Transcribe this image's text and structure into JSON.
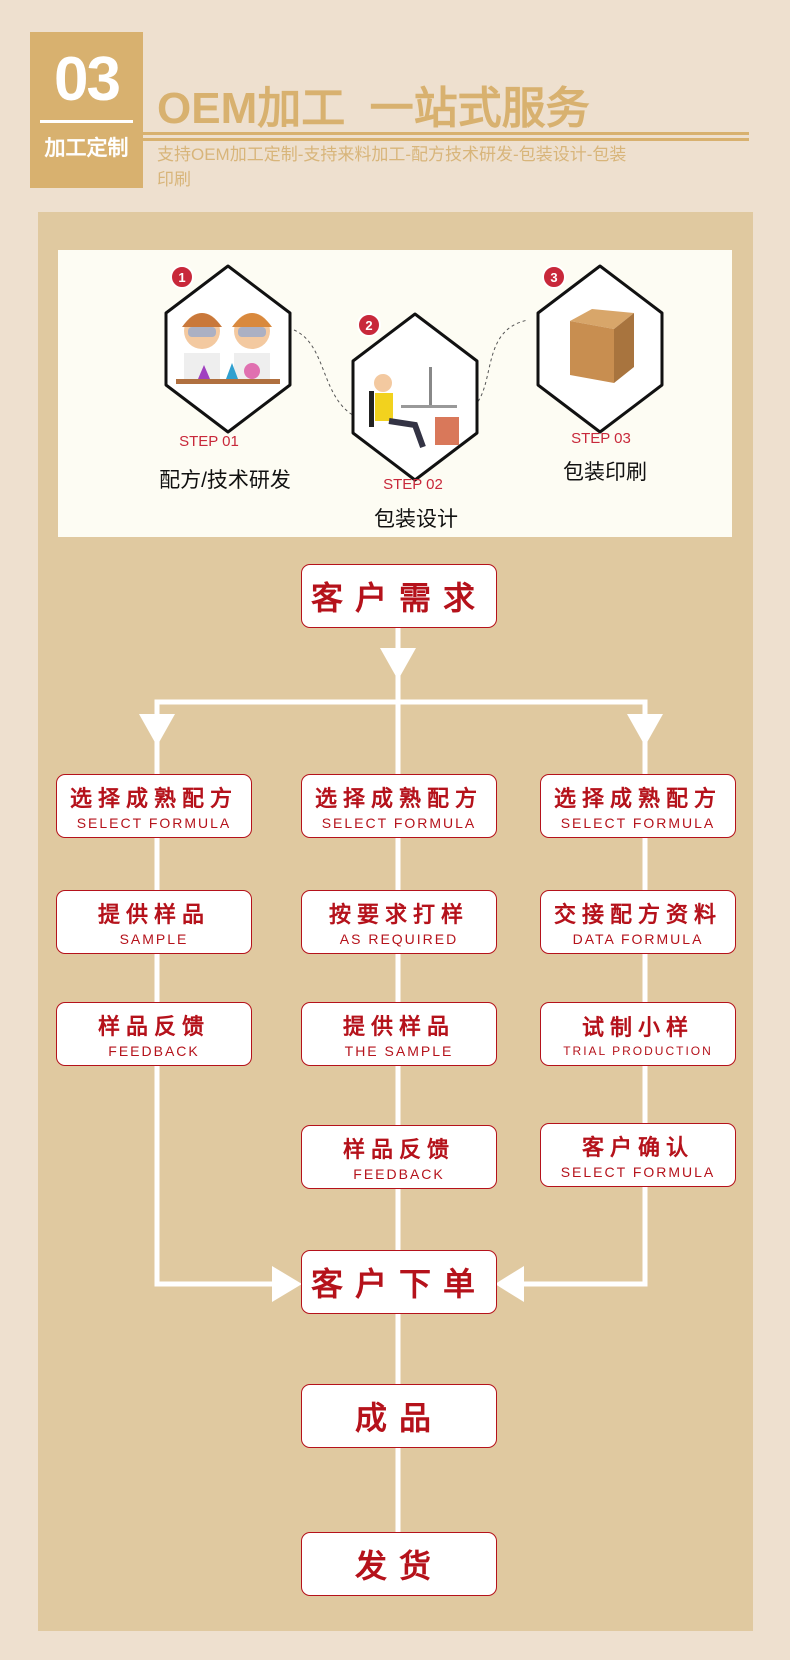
{
  "header": {
    "number": "03",
    "badge_label": "加工定制",
    "title": "OEM加工  一站式服务",
    "subtitle": "支持OEM加工定制-支持来料加工-配方技术研发-包装设计-包装印刷"
  },
  "steps": [
    {
      "badge": "1",
      "step": "STEP 01",
      "name": "配方/技术研发",
      "icon": "scientists-illustration"
    },
    {
      "badge": "2",
      "step": "STEP 02",
      "name": "包装设计",
      "icon": "designer-at-desk-illustration"
    },
    {
      "badge": "3",
      "step": "STEP 03",
      "name": "包装印刷",
      "icon": "cardboard-box-illustration"
    }
  ],
  "flow": {
    "start": "客户需求",
    "left": [
      {
        "cn": "选择成熟配方",
        "en": "SELECT FORMULA"
      },
      {
        "cn": "提供样品",
        "en": "SAMPLE"
      },
      {
        "cn": "样品反馈",
        "en": "FEEDBACK"
      }
    ],
    "center": [
      {
        "cn": "选择成熟配方",
        "en": "SELECT FORMULA"
      },
      {
        "cn": "按要求打样",
        "en": "AS REQUIRED"
      },
      {
        "cn": "提供样品",
        "en": "THE SAMPLE"
      },
      {
        "cn": "样品反馈",
        "en": "FEEDBACK"
      }
    ],
    "right": [
      {
        "cn": "选择成熟配方",
        "en": "SELECT FORMULA"
      },
      {
        "cn": "交接配方资料",
        "en": "DATA FORMULA"
      },
      {
        "cn": "试制小样",
        "en": "TRIAL PRODUCTION"
      },
      {
        "cn": "客户确认",
        "en": "SELECT FORMULA"
      }
    ],
    "order": "客户下单",
    "product": "成品",
    "ship": "发货"
  },
  "colors": {
    "gold": "#d8b16f",
    "panel": "#e0c9a0",
    "red": "#b5121b",
    "step_red": "#c8283a"
  }
}
